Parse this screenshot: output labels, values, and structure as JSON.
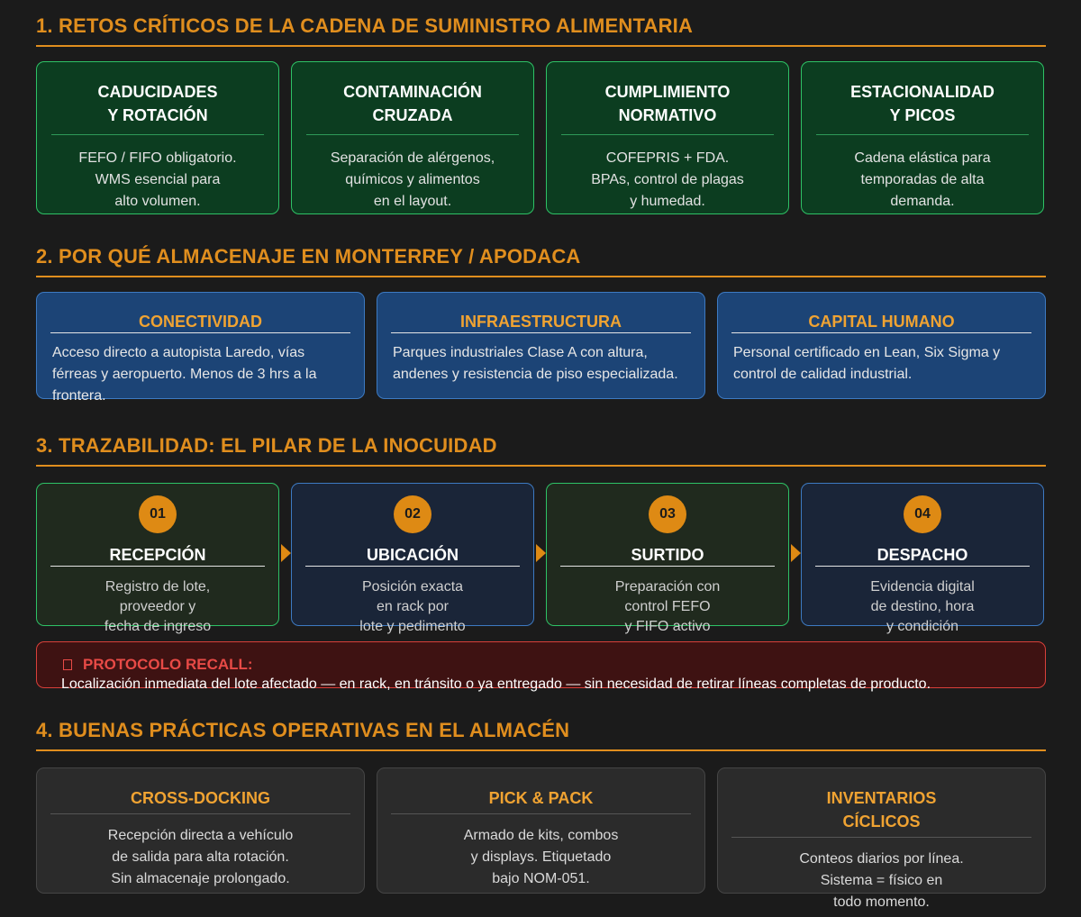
{
  "s1": {
    "title": "1. RETOS CRÍTICOS DE LA CADENA DE SUMINISTRO ALIMENTARIA",
    "cards": [
      {
        "title": "CADUCIDADES\nY ROTACIÓN",
        "desc": "FEFO / FIFO obligatorio.\nWMS esencial para\nalto volumen."
      },
      {
        "title": "CONTAMINACIÓN\nCRUZADA",
        "desc": "Separación de alérgenos,\nquímicos y alimentos\nen el layout."
      },
      {
        "title": "CUMPLIMIENTO\nNORMATIVO",
        "desc": "COFEPRIS + FDA.\nBPAs, control de plagas\ny humedad."
      },
      {
        "title": "ESTACIONALIDAD\nY PICOS",
        "desc": "Cadena elástica para\ntemporadas de alta\ndemanda."
      }
    ]
  },
  "s2": {
    "title": "2. POR QUÉ ALMACENAJE EN MONTERREY / APODACA",
    "cards": [
      {
        "title": "CONECTIVIDAD",
        "desc": "Acceso directo a autopista Laredo, vías férreas y aeropuerto. Menos de 3 hrs a la frontera."
      },
      {
        "title": "INFRAESTRUCTURA",
        "desc": "Parques industriales Clase A con altura, andenes y resistencia de piso especializada."
      },
      {
        "title": "CAPITAL HUMANO",
        "desc": "Personal certificado en Lean, Six Sigma y control de calidad industrial."
      }
    ]
  },
  "s3": {
    "title": "3. TRAZABILIDAD: EL PILAR DE LA INOCUIDAD",
    "steps": [
      {
        "num": "01",
        "title": "RECEPCIÓN",
        "desc": "Registro de lote,\nproveedor y\nfecha de ingreso"
      },
      {
        "num": "02",
        "title": "UBICACIÓN",
        "desc": "Posición exacta\nen rack por\nlote y pedimento"
      },
      {
        "num": "03",
        "title": "SURTIDO",
        "desc": "Preparación con\ncontrol FEFO\ny FIFO activo"
      },
      {
        "num": "04",
        "title": "DESPACHO",
        "desc": "Evidencia digital\nde destino, hora\ny condición"
      }
    ],
    "recall": {
      "title": "PROTOCOLO RECALL:",
      "desc": "Localización inmediata del lote afectado — en rack, en tránsito o ya entregado — sin necesidad de retirar líneas completas de producto."
    }
  },
  "s4": {
    "title": "4. BUENAS PRÁCTICAS OPERATIVAS EN EL ALMACÉN",
    "cards": [
      {
        "title": "CROSS-DOCKING",
        "desc": "Recepción directa a vehículo\nde salida para alta rotación.\nSin almacenaje prolongado."
      },
      {
        "title": "PICK & PACK",
        "desc": "Armado de kits, combos\ny displays. Etiquetado\nbajo NOM-051."
      },
      {
        "title": "INVENTARIOS\nCÍCLICOS",
        "desc": "Conteos diarios por línea.\nSistema = físico en\ntodo momento."
      }
    ]
  },
  "colors": {
    "accent": "#e08e1e",
    "green": "#2ec266",
    "blue": "#3d7ac2",
    "red": "#d9403a"
  }
}
